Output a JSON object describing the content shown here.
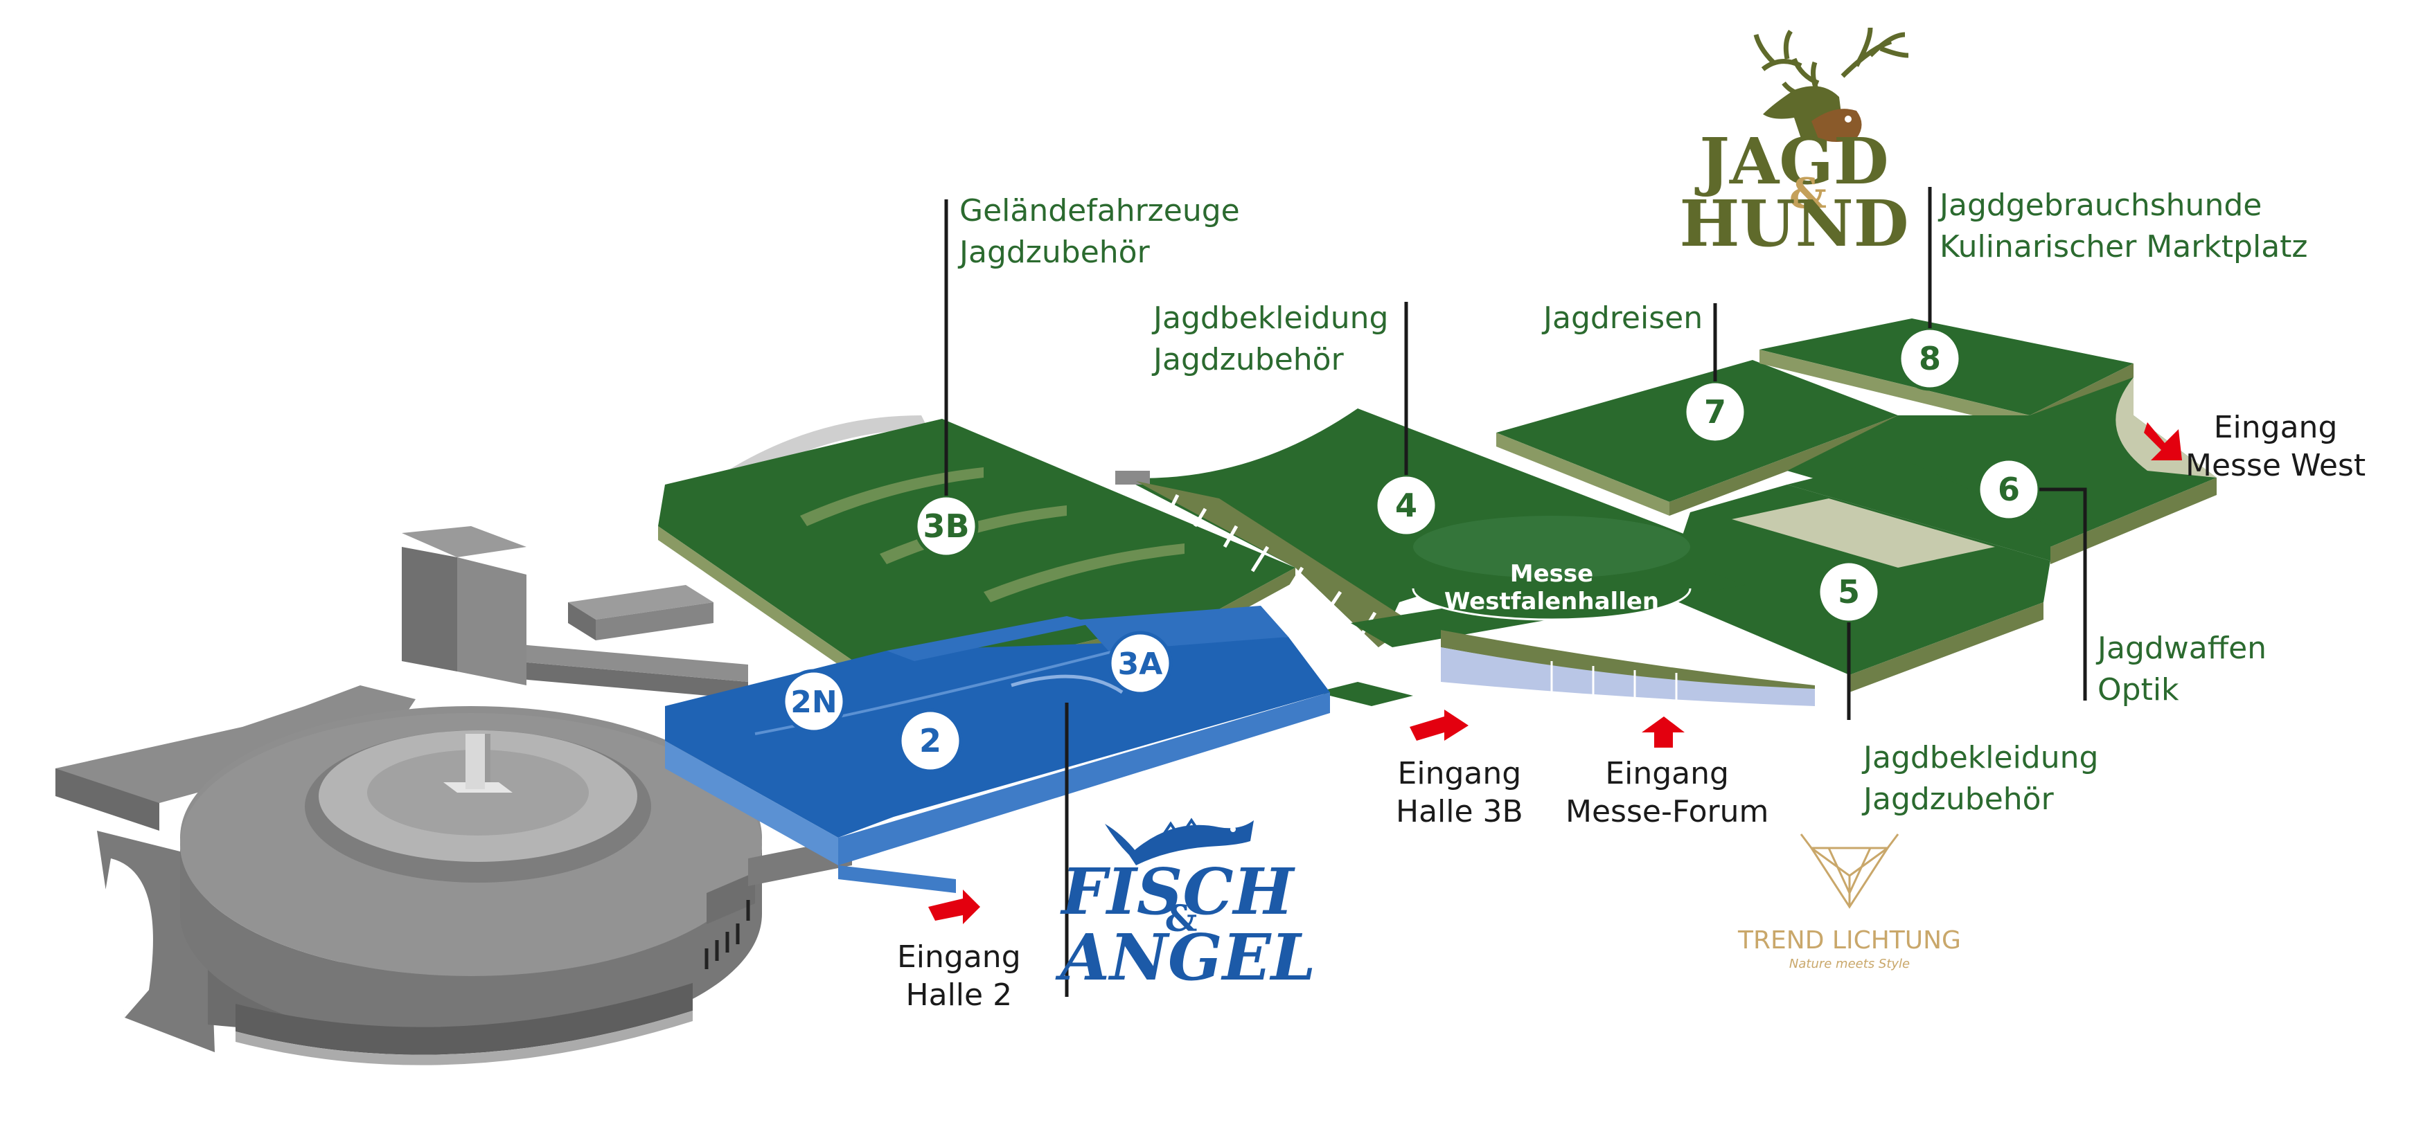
{
  "halls": [
    {
      "id": "3B",
      "color": "#2a6a2d",
      "kind": "green"
    },
    {
      "id": "4",
      "color": "#2a6a2d",
      "kind": "green"
    },
    {
      "id": "7",
      "color": "#2a6a2d",
      "kind": "green"
    },
    {
      "id": "8",
      "color": "#2a6a2d",
      "kind": "green"
    },
    {
      "id": "6",
      "color": "#2a6a2d",
      "kind": "green"
    },
    {
      "id": "5",
      "color": "#2a6a2d",
      "kind": "green"
    },
    {
      "id": "2N",
      "color": "#1f63b4",
      "kind": "blue"
    },
    {
      "id": "2",
      "color": "#1f63b4",
      "kind": "blue"
    },
    {
      "id": "3A",
      "color": "#1f63b4",
      "kind": "blue"
    }
  ],
  "categories": {
    "hall_3b": [
      "Geländefahrzeuge",
      "Jagdzubehör"
    ],
    "hall_4": [
      "Jagdbekleidung",
      "Jagdzubehör"
    ],
    "hall_7": [
      "Jagdreisen"
    ],
    "hall_8": [
      "Jagdgebrauchshunde",
      "Kulinarischer Marktplatz"
    ],
    "hall_6": [
      "Jagdwaffen",
      "Optik"
    ],
    "hall_5": [
      "Jagdbekleidung",
      "Jagdzubehör"
    ]
  },
  "entrances": {
    "west": [
      "Eingang",
      "Messe West"
    ],
    "halle_3b": [
      "Eingang",
      "Halle 3B"
    ],
    "forum": [
      "Eingang",
      "Messe-Forum"
    ],
    "halle_2": [
      "Eingang",
      "Halle 2"
    ]
  },
  "rotunda": {
    "line1": "Messe",
    "line2": "Westfalenhallen"
  },
  "logos": {
    "jagd_hund": {
      "line1": "JAGD",
      "amp": "&",
      "line2": "HUND"
    },
    "fisch_angel": {
      "line1": "FISCH",
      "amp": "&",
      "line2": "ANGEL"
    },
    "trend_lichtung": {
      "title": "TREND LICHTUNG",
      "tagline": "Nature meets Style"
    }
  },
  "colors": {
    "hall_green": "#2a6a2d",
    "hall_blue": "#1f63b4",
    "label_green": "#2b6a2f",
    "arrow_red": "#e3000f",
    "building_gray": "#8a8a8a",
    "logo_olive": "#5f6a2b",
    "logo_blue": "#1c5aa8",
    "logo_gold": "#c9a76a"
  }
}
